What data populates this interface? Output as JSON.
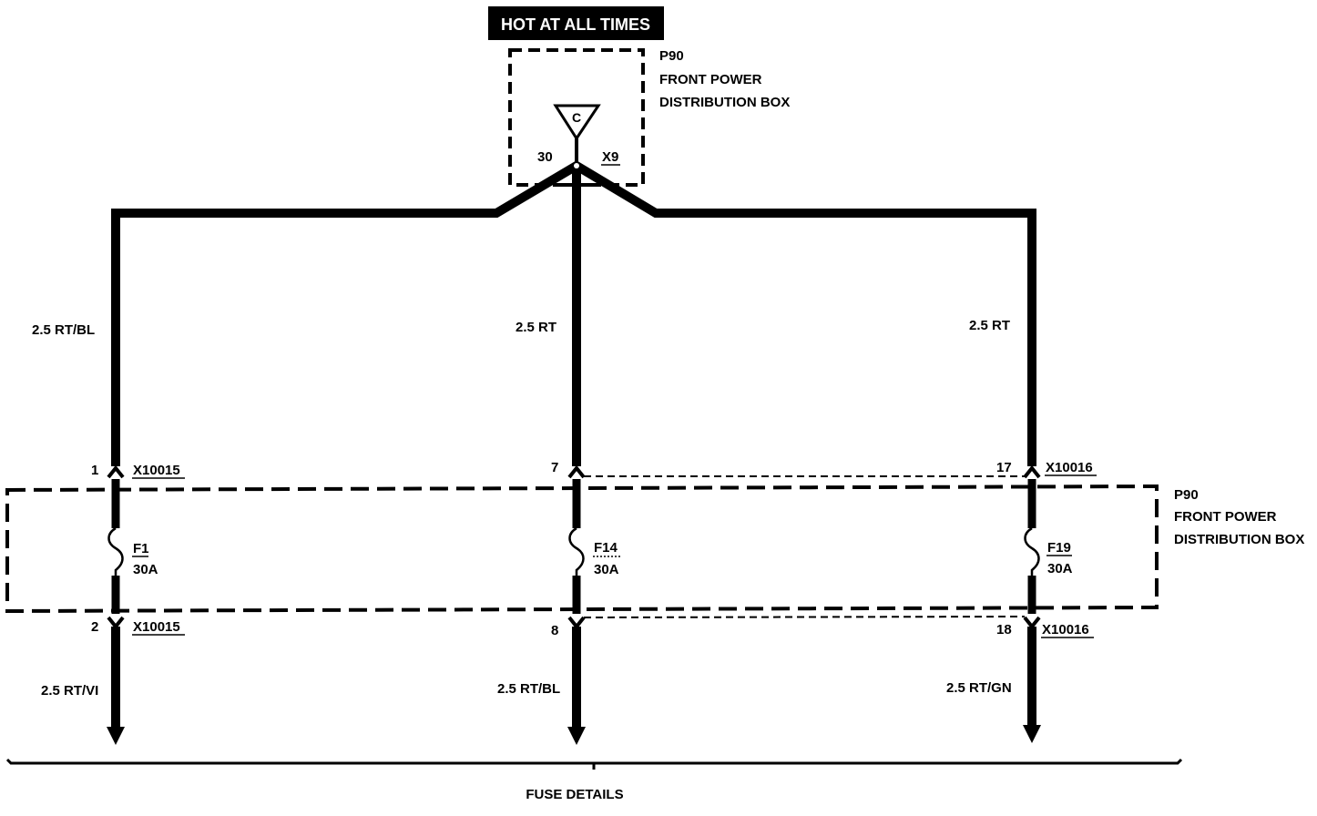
{
  "header": {
    "hot_label": "HOT AT ALL TIMES"
  },
  "top_box": {
    "code": "P90",
    "name_line1": "FRONT POWER",
    "name_line2": "DISTRIBUTION BOX",
    "ground_symbol": "C",
    "pin": "30",
    "connector": "X9"
  },
  "bottom_box": {
    "code": "P90",
    "name_line1": "FRONT POWER",
    "name_line2": "DISTRIBUTION BOX"
  },
  "circuits": [
    {
      "wire_in": "2.5 RT/BL",
      "pin_in": "1",
      "connector_in": "X10015",
      "fuse": "F1",
      "rating": "30A",
      "pin_out": "2",
      "connector_out": "X10015",
      "wire_out": "2.5 RT/VI"
    },
    {
      "wire_in": "2.5 RT",
      "pin_in": "7",
      "fuse": "F14",
      "rating": "30A",
      "pin_out": "8",
      "wire_out": "2.5 RT/BL"
    },
    {
      "wire_in": "2.5 RT",
      "pin_in": "17",
      "connector_in": "X10016",
      "fuse": "F19",
      "rating": "30A",
      "pin_out": "18",
      "connector_out": "X10016",
      "wire_out": "2.5 RT/GN"
    }
  ],
  "footer": {
    "caption": "FUSE DETAILS"
  },
  "colors": {
    "ink": "#000000",
    "paper": "#ffffff"
  }
}
